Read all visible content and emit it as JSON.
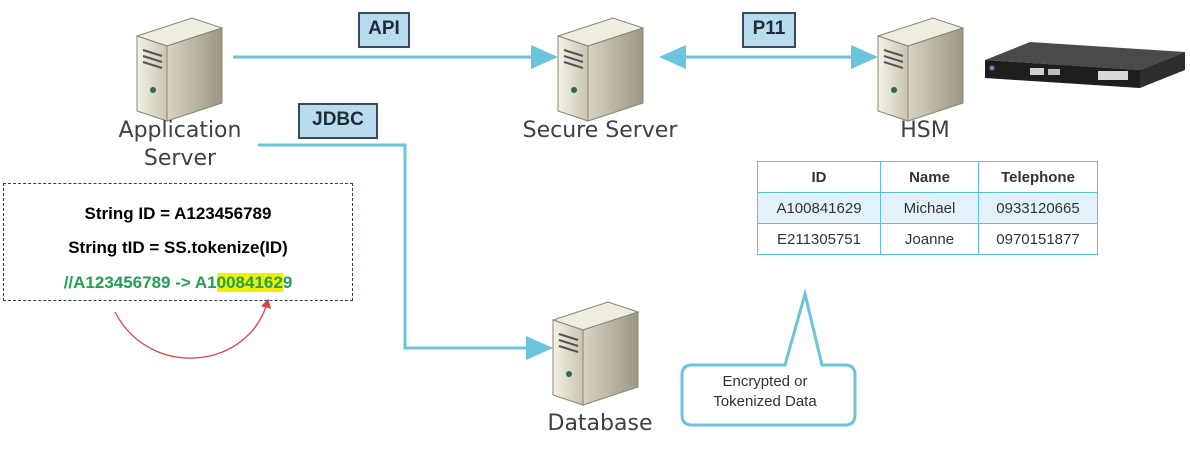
{
  "nodes": {
    "application_server": "Application\nServer",
    "secure_server": "Secure Server",
    "hsm": "HSM",
    "database": "Database"
  },
  "connections": {
    "api": "API",
    "p11": "P11",
    "jdbc": "JDBC"
  },
  "code": {
    "line1": "String ID = A123456789",
    "line2": "String tID = SS.tokenize(ID)",
    "line3_prefix": "//A123456789  -> A1",
    "line3_highlight": "0084162",
    "line3_suffix": "9"
  },
  "table": {
    "headers": [
      "ID",
      "Name",
      "Telephone"
    ],
    "rows": [
      [
        "A100841629",
        "Michael",
        "0933120665"
      ],
      [
        "E211305751",
        "Joanne",
        "0970151877"
      ]
    ]
  },
  "callout": "Encrypted or\nTokenized Data",
  "colors": {
    "line": "#6cc3dc",
    "tag_fill": "#b8dcec",
    "table_border": "#5fc3d8",
    "highlight": "#f0f000",
    "code_green": "#20a050",
    "arrow_red": "#e04040"
  }
}
